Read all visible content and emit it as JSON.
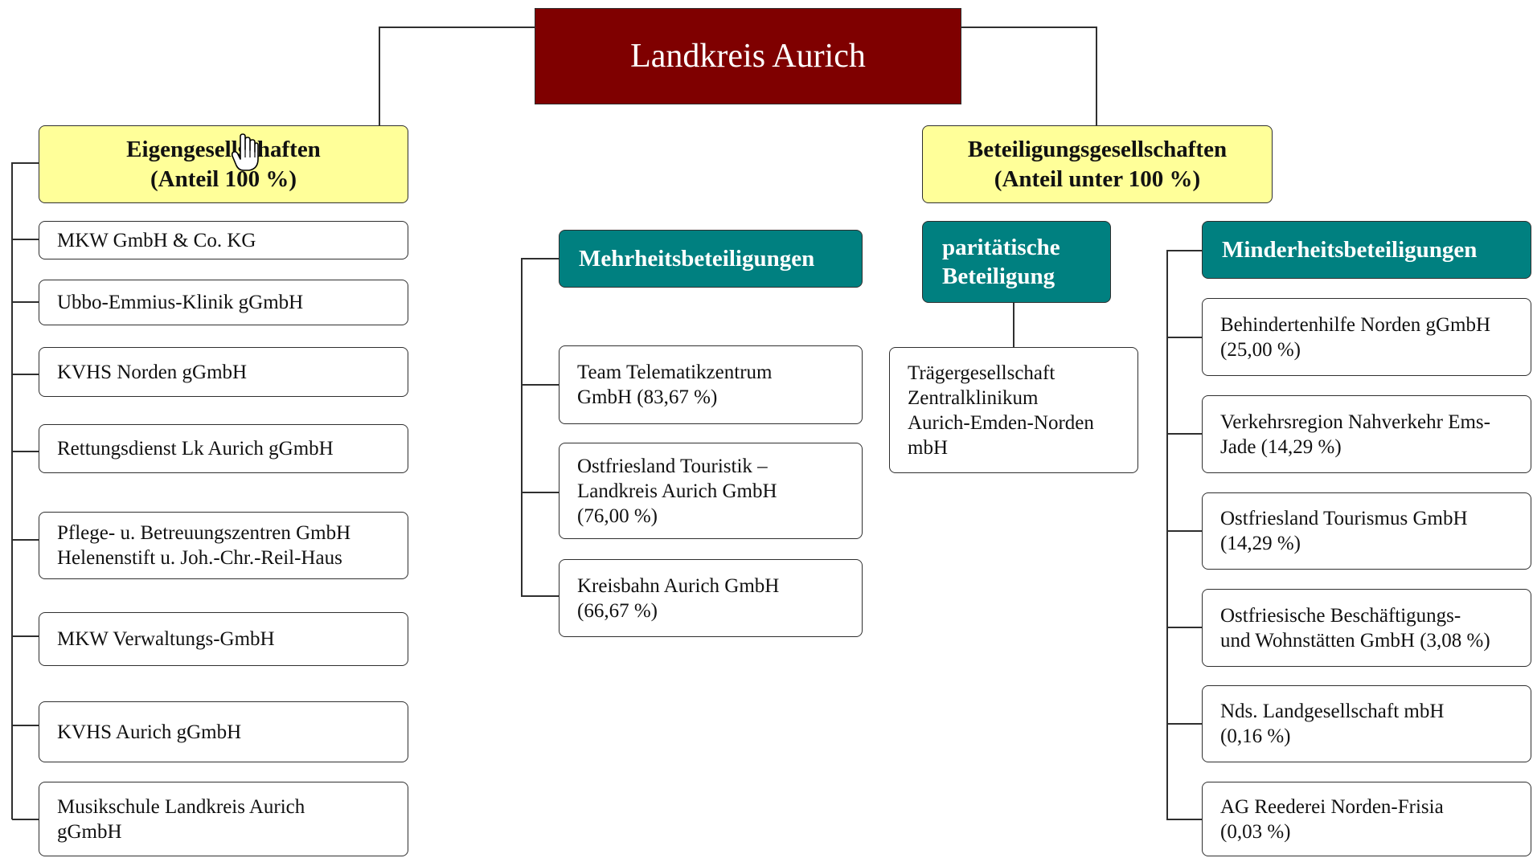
{
  "root": {
    "label": "Landkreis Aurich"
  },
  "groups": {
    "eigen": {
      "line1": "Eigengesellschaften",
      "line2": "(Anteil 100 %)"
    },
    "beteiligung": {
      "line1": "Beteiligungsgesellschaften",
      "line2": "(Anteil unter 100 %)"
    }
  },
  "eigen_items": [
    {
      "line1": "MKW GmbH & Co. KG"
    },
    {
      "line1": "Ubbo-Emmius-Klinik gGmbH"
    },
    {
      "line1": "KVHS Norden gGmbH"
    },
    {
      "line1": "Rettungsdienst Lk Aurich gGmbH"
    },
    {
      "line1": "Pflege- u. Betreuungszentren GmbH",
      "line2": "Helenenstift u. Joh.-Chr.-Reil-Haus"
    },
    {
      "line1": "MKW Verwaltungs-GmbH"
    },
    {
      "line1": "KVHS Aurich gGmbH"
    },
    {
      "line1": "Musikschule Landkreis Aurich",
      "line2": "gGmbH"
    }
  ],
  "categories": {
    "mehrheit": {
      "line1": "Mehrheitsbeteiligungen"
    },
    "paritaet": {
      "line1": "paritätische",
      "line2": "Beteiligung"
    },
    "minderheit": {
      "line1": "Minderheitsbeteiligungen"
    }
  },
  "mehrheit_items": [
    {
      "line1": "Team Telematikzentrum",
      "line2": "GmbH (83,67 %)"
    },
    {
      "line1": "Ostfriesland Touristik –",
      "line2": "Landkreis Aurich GmbH",
      "line3": "(76,00 %)"
    },
    {
      "line1": "Kreisbahn Aurich GmbH",
      "line2": "(66,67 %)"
    }
  ],
  "paritaet_items": [
    {
      "line1": "Trägergesellschaft",
      "line2": "Zentralklinikum",
      "line3": "Aurich-Emden-Norden",
      "line4": "mbH"
    }
  ],
  "minderheit_items": [
    {
      "line1": "Behindertenhilfe Norden gGmbH",
      "line2": "(25,00 %)"
    },
    {
      "line1": "Verkehrsregion Nahverkehr Ems-",
      "line2": "Jade (14,29 %)"
    },
    {
      "line1": "Ostfriesland Tourismus GmbH",
      "line2": "(14,29 %)"
    },
    {
      "line1": "Ostfriesische Beschäftigungs-",
      "line2": "und Wohnstätten GmbH (3,08 %)"
    },
    {
      "line1": "Nds. Landgesellschaft mbH",
      "line2": "(0,16 %)"
    },
    {
      "line1": "AG Reederei Norden-Frisia",
      "line2": "(0,03 %)"
    }
  ],
  "colors": {
    "root_fill": "#7f0000",
    "group_fill": "#ffff99",
    "category_fill": "#008080",
    "item_fill": "#ffffff",
    "line": "#2f2f2f"
  },
  "icons": {
    "cursor": "hand-pointer-icon"
  }
}
